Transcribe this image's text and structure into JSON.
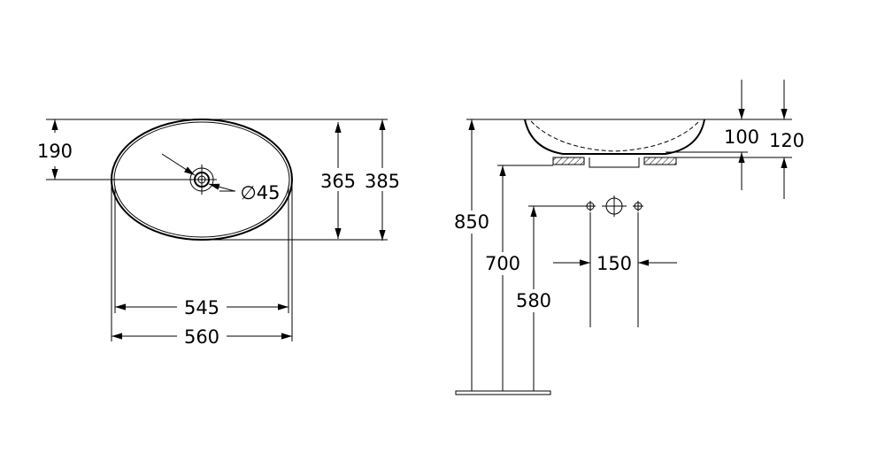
{
  "top_view": {
    "depth_to_drain": "190",
    "drain_diameter": "∅45",
    "inner_depth": "365",
    "outer_depth": "385",
    "inner_width": "545",
    "outer_width": "560"
  },
  "side_view": {
    "mounting_height": "850",
    "counter_height": "700",
    "tap_height": "580",
    "tap_spacing": "150",
    "basin_height": "100",
    "total_height": "120"
  }
}
